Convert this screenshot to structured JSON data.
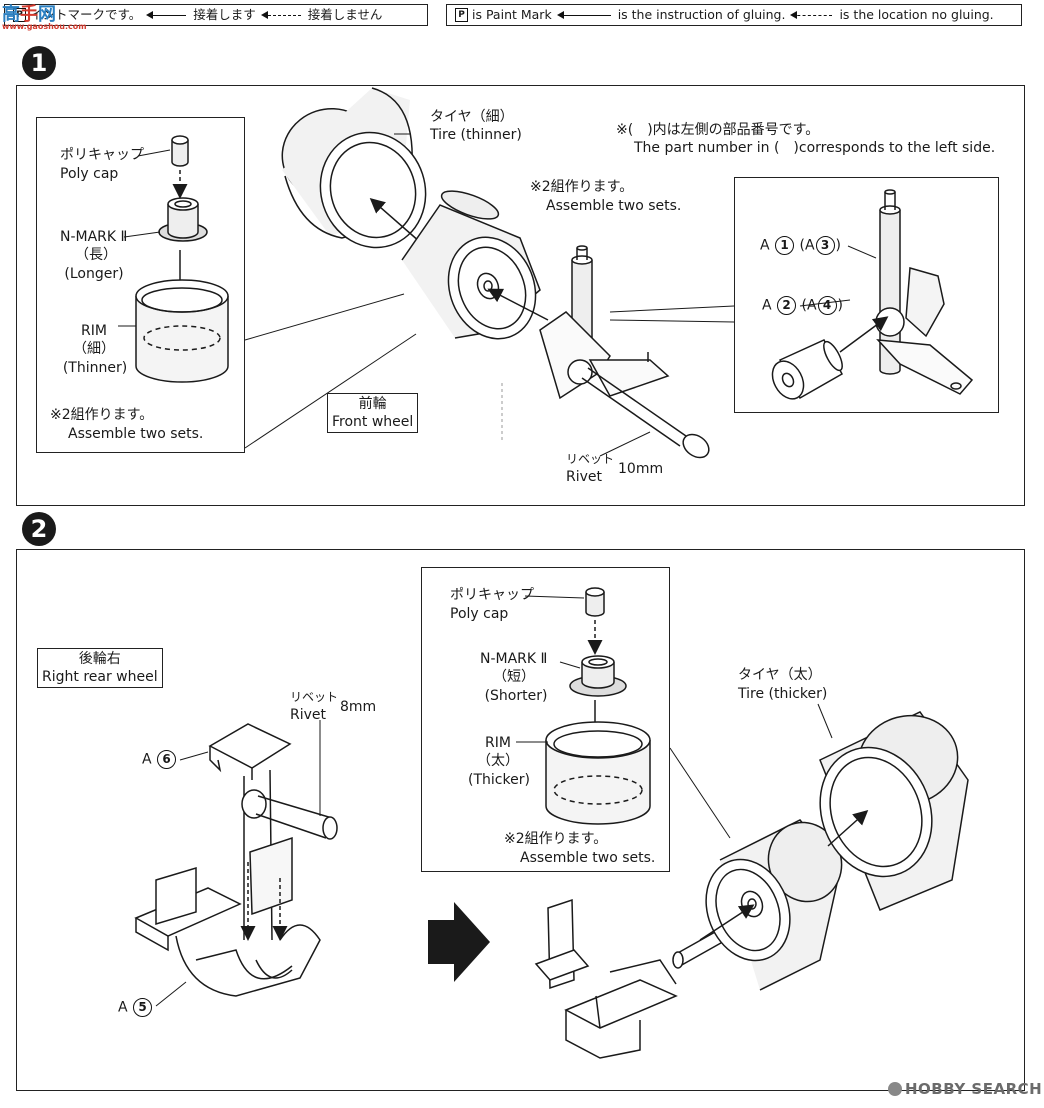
{
  "header": {
    "jp_legend": {
      "paint_text": "イントマークです。",
      "glue_text": "接着します",
      "noglue_text": "接着しません"
    },
    "en_legend": {
      "paint_mark": "P",
      "paint_text": "is Paint Mark",
      "glue_text": "is the instruction of gluing.",
      "noglue_text": "is the location no gluing."
    },
    "watermark_top": "www.gaoshou.com"
  },
  "step1": {
    "number": "1",
    "inset_left": {
      "poly_cap_jp": "ポリキャップ",
      "poly_cap_en": "Poly cap",
      "nmark_name": "N-MARK Ⅱ",
      "nmark_jp": "（長）",
      "nmark_en": "(Longer)",
      "rim": "RIM",
      "rim_jp": "（細）",
      "rim_en": "(Thinner)",
      "sets_jp": "※2組作ります。",
      "sets_en": "Assemble two sets."
    },
    "tire_jp": "タイヤ（細）",
    "tire_en": "Tire (thinner)",
    "sets_jp": "※2組作ります。",
    "sets_en": "Assemble two sets.",
    "note_jp": "※(　)内は左側の部品番号です。",
    "note_en": "The part number in (　)corresponds to the left side.",
    "inset_right": {
      "part_a": "A",
      "part1": "1",
      "part3": "3",
      "part2": "2",
      "part4": "4"
    },
    "front_wheel_jp": "前輪",
    "front_wheel_en": "Front wheel",
    "rivet_jp": "リベット",
    "rivet_en": "Rivet",
    "rivet_size": "10mm"
  },
  "step2": {
    "number": "2",
    "rear_jp": "後輪右",
    "rear_en": "Right rear wheel",
    "part_a": "A",
    "part6": "6",
    "part5": "5",
    "rivet_jp": "リベット",
    "rivet_en": "Rivet",
    "rivet_size": "8mm",
    "inset": {
      "poly_cap_jp": "ポリキャップ",
      "poly_cap_en": "Poly cap",
      "nmark_name": "N-MARK Ⅱ",
      "nmark_jp": "（短）",
      "nmark_en": "(Shorter)",
      "rim": "RIM",
      "rim_jp": "（太）",
      "rim_en": "(Thicker)",
      "sets_jp": "※2組作ります。",
      "sets_en": "Assemble two sets."
    },
    "tire_jp": "タイヤ（太）",
    "tire_en": "Tire (thicker)"
  },
  "footer": {
    "watermark": "HOBBY SEARCH"
  }
}
